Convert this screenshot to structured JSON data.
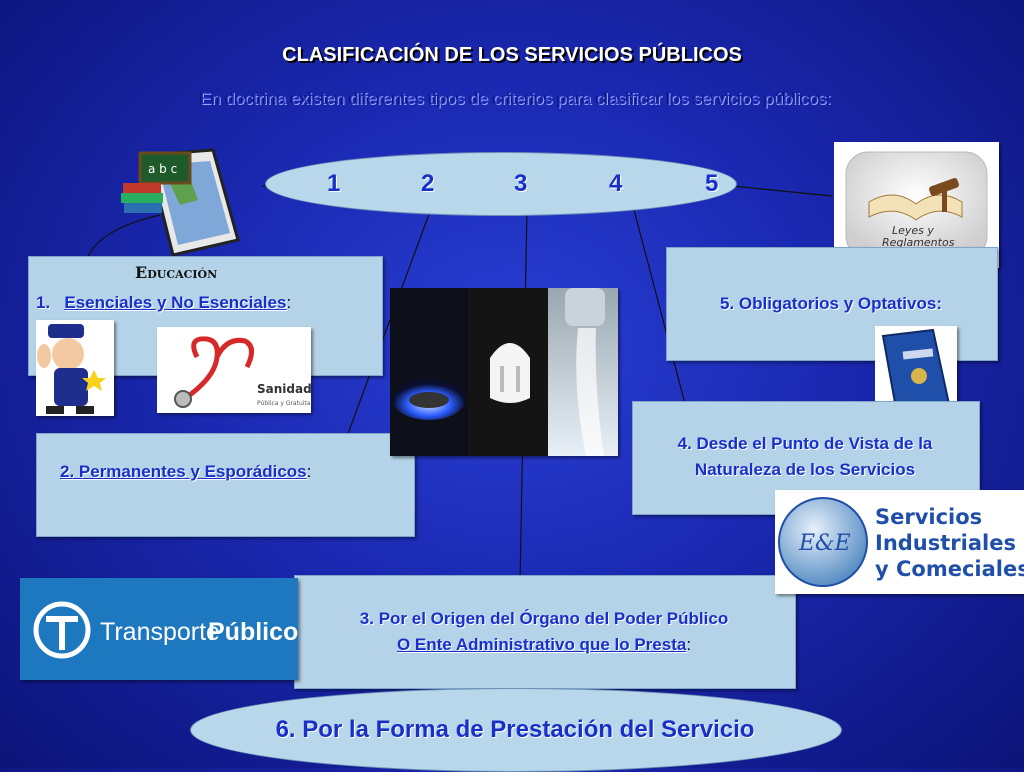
{
  "title": "CLASIFICACIÓN DE LOS SERVICIOS PÚBLICOS",
  "intro": "En doctrina existen diferentes tipos de criterios para clasificar los servicios públicos:",
  "numbers": [
    "1",
    "2",
    "3",
    "4",
    "5"
  ],
  "categories": {
    "c1": {
      "prefix": "1.",
      "text": "Esenciales y No Esenciales",
      "suffix": ":"
    },
    "c2": {
      "text": "2. Permanentes y Esporádicos",
      "suffix": ":"
    },
    "c3": {
      "line1": "3. Por el Origen del Órgano del Poder Público",
      "line2": "O Ente Administrativo que lo Presta",
      "suffix": ":"
    },
    "c4": {
      "line1": "4. Desde el Punto de Vista de la",
      "line2": "Naturaleza de los Servicios"
    },
    "c5": {
      "text": "5. Obligatorios y Optativos:"
    },
    "c6": {
      "text": "6. Por la Forma de Prestación del Servicio"
    }
  },
  "images": {
    "education": "Educación",
    "abc": "a b c",
    "laws_line1": "Leyes y",
    "laws_line2": "Reglamentos",
    "sanidad_title": "Sanidad",
    "sanidad_sub": "Pública y Gratuita",
    "transporte_a": "Transporte",
    "transporte_b": "Público",
    "industriales_logo": "E&E",
    "industriales_1": "Servicios",
    "industriales_2": "Industriales",
    "industriales_3": "y Comeciales"
  },
  "colors": {
    "background": "#1a28b0",
    "box": "#b5d3e8",
    "label": "#1830c8"
  }
}
